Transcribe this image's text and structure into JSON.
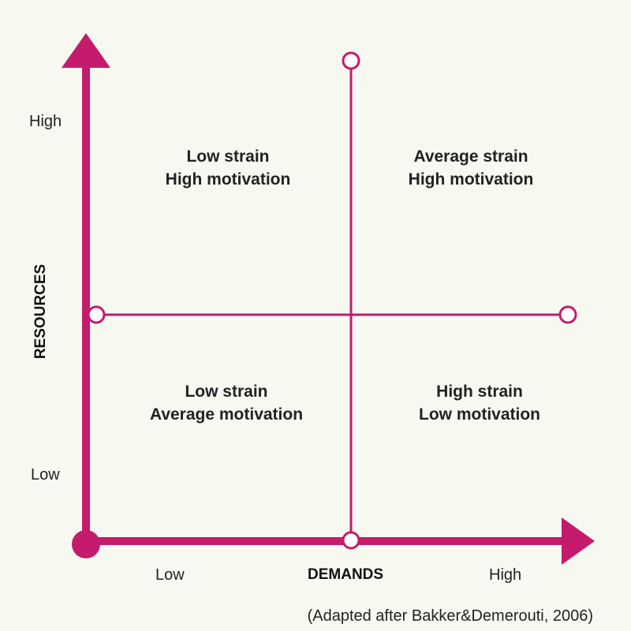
{
  "colors": {
    "accent": "#c41b6c",
    "background": "#f7f9f1",
    "text": "#222222"
  },
  "y_axis": {
    "title": "RESOURCES",
    "high_label": "High",
    "low_label": "Low"
  },
  "x_axis": {
    "title": "DEMANDS",
    "low_label": "Low",
    "high_label": "High"
  },
  "quadrants": {
    "top_left": {
      "line1": "Low strain",
      "line2": "High motivation"
    },
    "top_right": {
      "line1": "Average strain",
      "line2": "High motivation"
    },
    "bottom_left": {
      "line1": "Low strain",
      "line2": "Average motivation"
    },
    "bottom_right": {
      "line1": "High strain",
      "line2": "Low motivation"
    }
  },
  "caption": "(Adapted after Bakker&Demerouti, 2006)"
}
